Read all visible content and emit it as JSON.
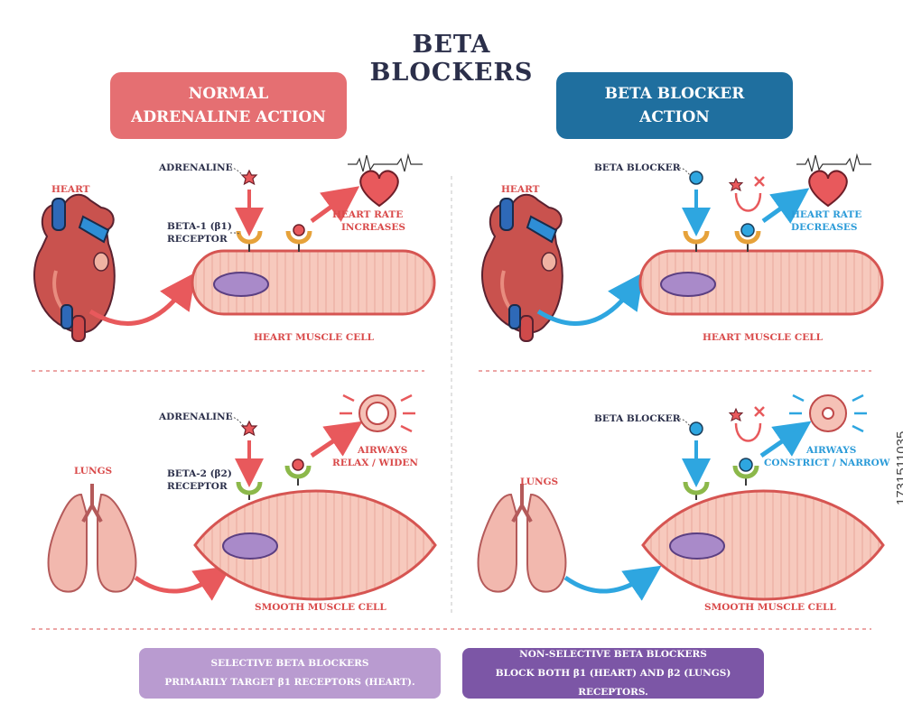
{
  "title": {
    "line1": "BETA",
    "line2": "BLOCKERS"
  },
  "left_panel": {
    "header_line1": "NORMAL",
    "header_line2": "ADRENALINE ACTION",
    "heart": {
      "organ_label": "HEART",
      "ligand_label": "ADRENALINE",
      "receptor_line1": "BETA-1 (β1)",
      "receptor_line2": "RECEPTOR",
      "effect_line1": "HEART RATE",
      "effect_line2": "INCREASES",
      "cell_label": "HEART MUSCLE CELL"
    },
    "lungs": {
      "organ_label": "LUNGS",
      "ligand_label": "ADRENALINE",
      "receptor_line1": "BETA-2 (β2)",
      "receptor_line2": "RECEPTOR",
      "effect_line1": "AIRWAYS",
      "effect_line2": "RELAX / WIDEN",
      "cell_label": "SMOOTH MUSCLE CELL"
    }
  },
  "right_panel": {
    "header_line1": "BETA BLOCKER",
    "header_line2": "ACTION",
    "heart": {
      "organ_label": "HEART",
      "ligand_label": "BETA BLOCKER",
      "effect_line1": "HEART RATE",
      "effect_line2": "DECREASES",
      "cell_label": "HEART MUSCLE CELL"
    },
    "lungs": {
      "organ_label": "LUNGS",
      "ligand_label": "BETA BLOCKER",
      "effect_line1": "AIRWAYS",
      "effect_line2": "CONSTRICT / NARROW",
      "cell_label": "SMOOTH MUSCLE CELL"
    }
  },
  "footer": {
    "selective_line1": "SELECTIVE BETA BLOCKERS",
    "selective_line2": "PRIMARILY TARGET β1 RECEPTORS (HEART).",
    "nonselective_line1": "NON-SELECTIVE BETA BLOCKERS",
    "nonselective_line2": "BLOCK BOTH β1 (HEART) AND β2 (LUNGS) RECEPTORS."
  },
  "watermark_id": "1731511035",
  "colors": {
    "red_header": "#e56f72",
    "blue_header": "#1f6f9f",
    "selective_box": "#b99bd0",
    "nonselective_box": "#7c56a6",
    "red_text": "#d94a4a",
    "blue_text": "#2b9bd8",
    "dark_text": "#2b2f4a",
    "cell_fill": "#f7c9bd"
  }
}
